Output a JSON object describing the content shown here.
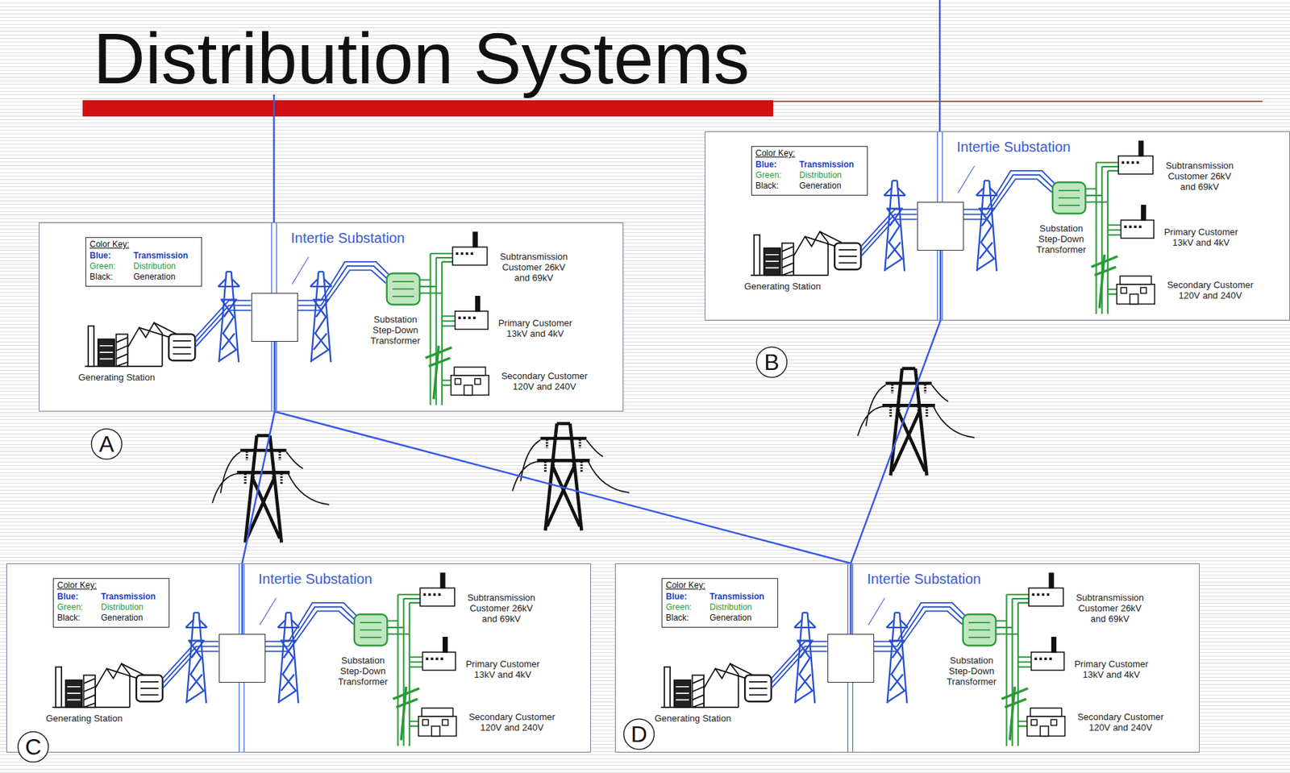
{
  "diagram": {
    "title": "Distribution Systems",
    "nodes": [
      {
        "text": [
          "Subtransmission Customer 26kV and 69kV",
          "Primary Customer 13kV and 4kV",
          "Substation Step-Down Transformer",
          "Generating Station",
          "Secondary Customer 120V and 240V"
        ]
      },
      {
        "text": [
          "Color Key:",
          "Blue:",
          "Transmission",
          "Green:",
          "Distribution",
          "Black:",
          "Generation"
        ],
        "in": 0
      },
      {
        "text": [
          "Intertie Substation"
        ],
        "in": 0
      },
      {
        "text": [
          "A"
        ]
      },
      {
        "text": [
          "Subtransmission Customer 26kV and 69kV",
          "Primary Customer 13kV and 4kV",
          "Substation Step-Down Transformer",
          "Generating Station",
          "Secondary Customer 120V and 240V"
        ]
      },
      {
        "text": [
          "Color Key:",
          "Blue:",
          "Transmission",
          "Green:",
          "Distribution",
          "Black:",
          "Generation"
        ],
        "in": 4
      },
      {
        "text": [
          "Intertie Substation"
        ],
        "in": 4
      },
      {
        "text": [
          "B"
        ]
      },
      {
        "text": [
          "Subtransmission Customer 26kV and 69kV",
          "Primary Customer 13kV and 4kV",
          "Substation Step-Down Transformer",
          "Generating Station",
          "Secondary Customer 120V and 240V"
        ]
      },
      {
        "text": [
          "Color Key:",
          "Blue:",
          "Transmission",
          "Green:",
          "Distribution",
          "Black:",
          "Generation"
        ],
        "in": 8
      },
      {
        "text": [
          "Intertie Substation"
        ],
        "in": 8
      },
      {
        "text": [
          "C"
        ]
      },
      {
        "text": [
          "Subtransmission Customer 26kV and 69kV",
          "Primary Customer 13kV and 4kV",
          "Substation Step-Down Transformer",
          "Generating Station",
          "Secondary Customer 120V and 240V"
        ]
      },
      {
        "text": [
          "Color Key:",
          "Blue:",
          "Transmission",
          "Green:",
          "Distribution",
          "Black:",
          "Generation"
        ],
        "in": 12
      },
      {
        "text": [
          "Intertie Substation"
        ],
        "in": 12
      },
      {
        "text": [
          "D"
        ]
      }
    ],
    "edges": [
      {
        "from": 2,
        "to": 10,
        "arrow": "none"
      },
      {
        "from": 2,
        "to": 14,
        "arrow": "none"
      },
      {
        "from": 6,
        "to": 14,
        "arrow": "none"
      }
    ]
  }
}
